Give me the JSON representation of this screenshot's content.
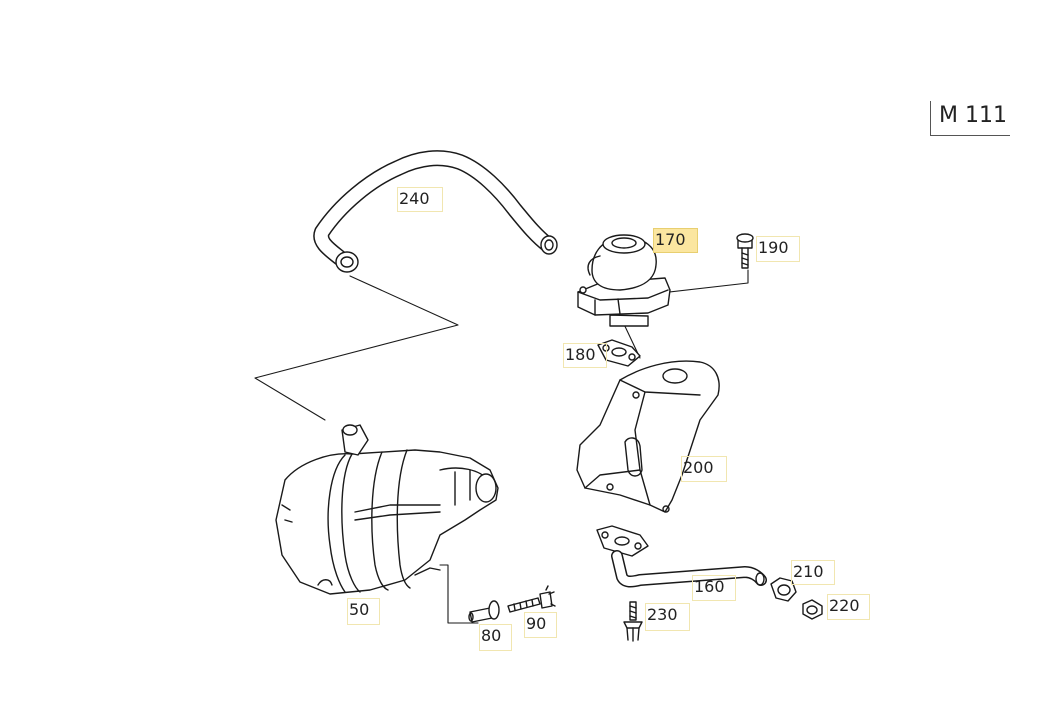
{
  "model": "M 111",
  "highlight_color": "#fbe6a0",
  "callouts": [
    {
      "id": "240",
      "label": "240",
      "active": false
    },
    {
      "id": "170",
      "label": "170",
      "active": true
    },
    {
      "id": "190",
      "label": "190",
      "active": false
    },
    {
      "id": "180",
      "label": "180",
      "active": false
    },
    {
      "id": "200",
      "label": "200",
      "active": false
    },
    {
      "id": "160",
      "label": "160",
      "active": false
    },
    {
      "id": "210",
      "label": "210",
      "active": false
    },
    {
      "id": "220",
      "label": "220",
      "active": false
    },
    {
      "id": "230",
      "label": "230",
      "active": false
    },
    {
      "id": "50",
      "label": "50",
      "active": false
    },
    {
      "id": "80",
      "label": "80",
      "active": false
    },
    {
      "id": "90",
      "label": "90",
      "active": false
    }
  ]
}
